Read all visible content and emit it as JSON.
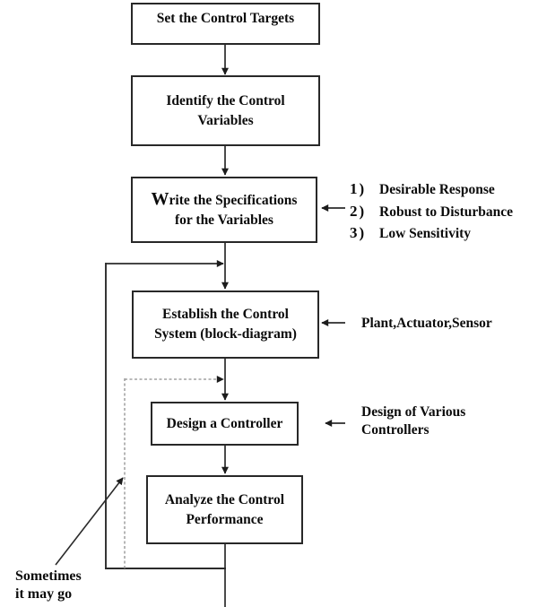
{
  "flowchart": {
    "title_implicit": "Control system design process flowchart",
    "boxes": [
      {
        "id": "set-targets",
        "lines": [
          "Set the Control Targets"
        ]
      },
      {
        "id": "identify-variables",
        "lines": [
          "Identify the Control",
          "Variables"
        ]
      },
      {
        "id": "write-specs",
        "lines": [
          "Write the Specifications",
          "for the Variables"
        ]
      },
      {
        "id": "establish-system",
        "lines": [
          "Establish the Control",
          "System (block-diagram)"
        ]
      },
      {
        "id": "design-controller",
        "lines": [
          "Design a Controller"
        ]
      },
      {
        "id": "analyze-performance",
        "lines": [
          "Analyze the Control",
          "Performance"
        ]
      }
    ],
    "annotations": {
      "specs_list": [
        {
          "num": "1)",
          "text": "Desirable Response"
        },
        {
          "num": "2)",
          "text": "Robust to Disturbance"
        },
        {
          "num": "3)",
          "text": "Low Sensitivity"
        }
      ],
      "establish_note": "Plant,Actuator,Sensor",
      "design_note": {
        "line1": "Design of Various",
        "line2": "Controllers"
      },
      "sometimes_note": {
        "line1": "Sometimes",
        "line2": "it may go"
      }
    },
    "colors": {
      "line": "#2b2b2b",
      "dashed_line": "#8f8f8f",
      "arrowhead": "#1c1c1c",
      "text": "#0b0b0b",
      "background": "#ffffff"
    }
  }
}
